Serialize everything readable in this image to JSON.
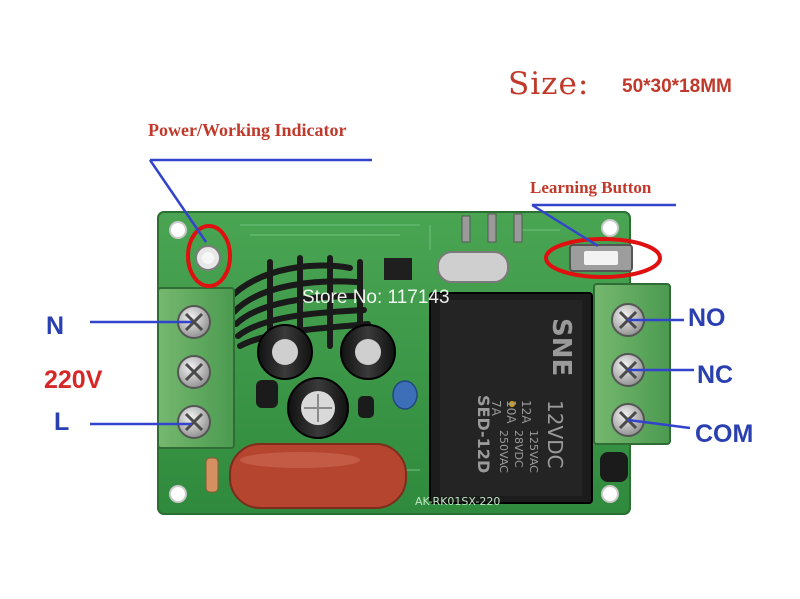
{
  "header": {
    "size_label": "Size:",
    "size_value": "50*30*18MM"
  },
  "callouts": {
    "power_indicator": "Power/Working Indicator",
    "learning_button": "Learning Button"
  },
  "terminals": {
    "left": {
      "n": "N",
      "voltage": "220V",
      "l": "L"
    },
    "right": {
      "no": "NO",
      "nc": "NC",
      "com": "COM"
    }
  },
  "watermark": "Store No: 117143",
  "relay": {
    "brand": "SNE",
    "model": "SED-12D",
    "coil": "12VDC",
    "ratings": [
      "12A",
      "10A",
      "7A"
    ],
    "voltages": [
      "125VAC",
      "28VDC",
      "250VAC"
    ]
  },
  "board_code": "AK-RK01SX-220",
  "colors": {
    "label_red": "#c0392b",
    "label_blue": "#2a3fb0",
    "pcb_green": "#3f9a4a",
    "relay_black": "#1c1c1c",
    "terminal_green": "#5aa860",
    "highlight_red": "#e01010"
  }
}
